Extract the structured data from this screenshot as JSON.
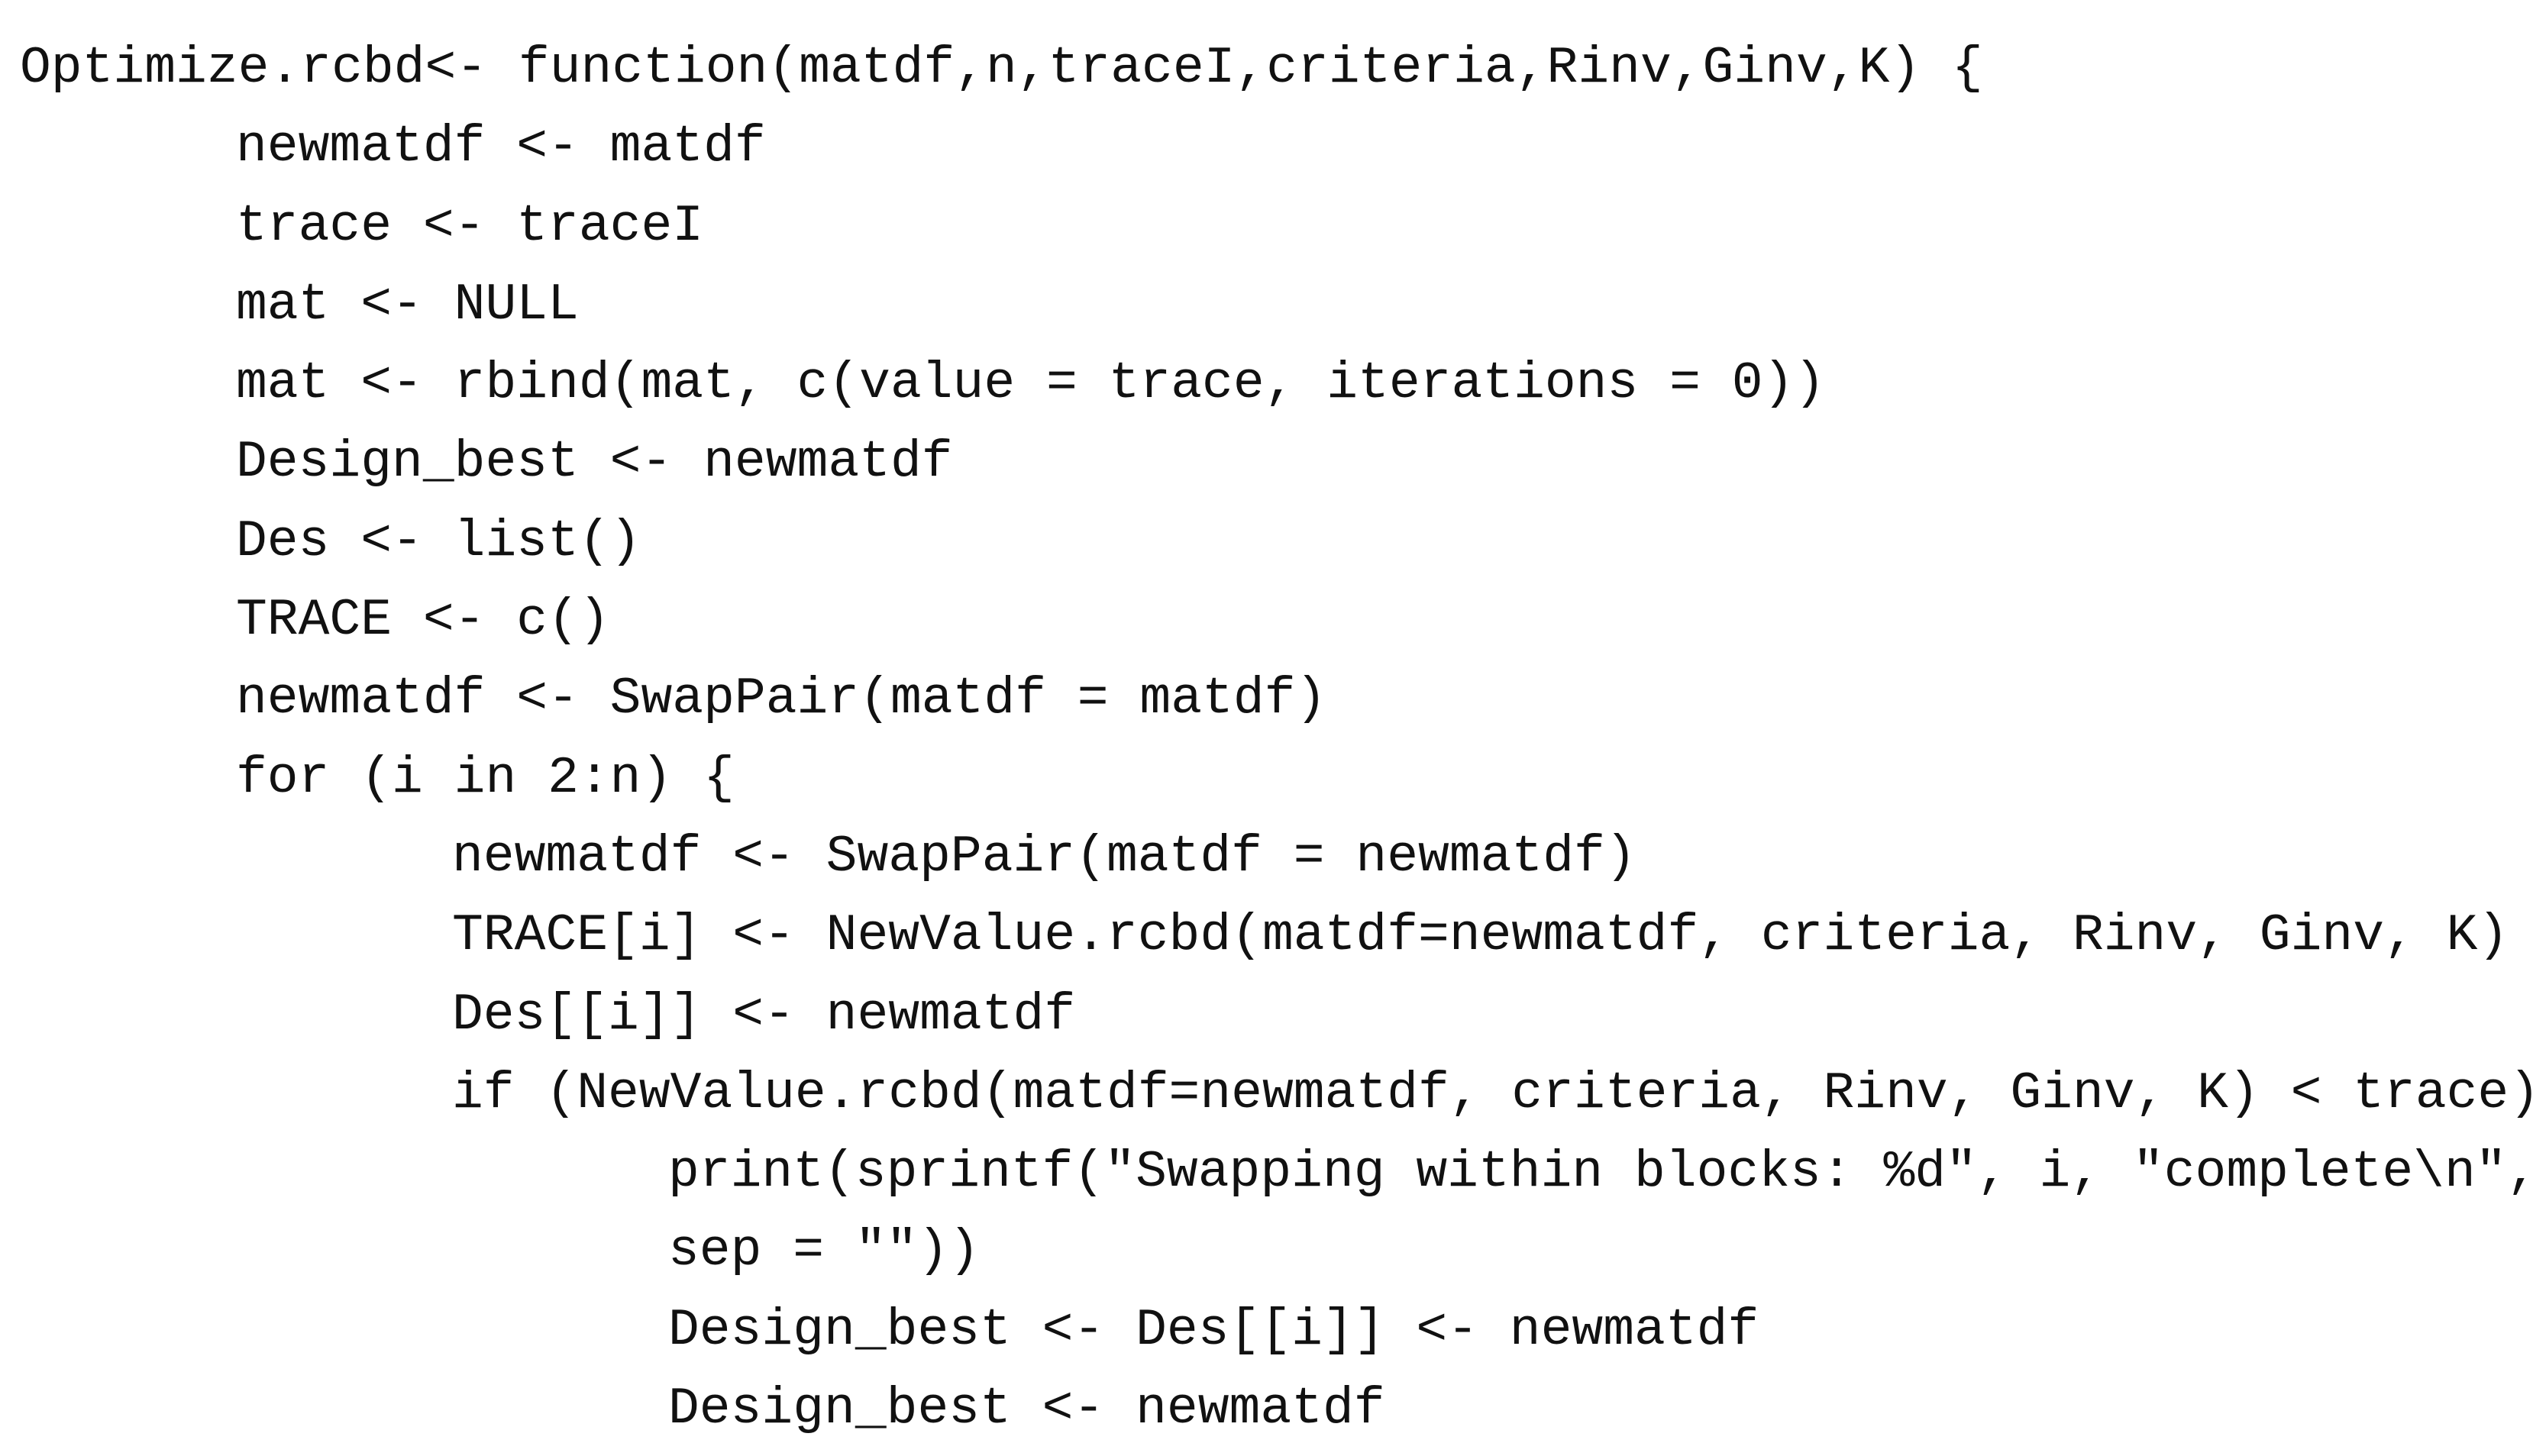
{
  "code": {
    "lines": [
      {
        "indent": 0,
        "text": "Optimize.rcbd<- function(matdf,n,traceI,criteria,Rinv,Ginv,K) {"
      },
      {
        "indent": 1,
        "text": "newmatdf <- matdf"
      },
      {
        "indent": 1,
        "text": "trace <- traceI"
      },
      {
        "indent": 1,
        "text": "mat <- NULL"
      },
      {
        "indent": 1,
        "text": "mat <- rbind(mat, c(value = trace, iterations = 0))"
      },
      {
        "indent": 1,
        "text": "Design_best <- newmatdf"
      },
      {
        "indent": 1,
        "text": "Des <- list()"
      },
      {
        "indent": 1,
        "text": "TRACE <- c()"
      },
      {
        "indent": 1,
        "text": "newmatdf <- SwapPair(matdf = matdf)"
      },
      {
        "indent": 1,
        "text": "for (i in 2:n) {"
      },
      {
        "indent": 2,
        "text": "newmatdf <- SwapPair(matdf = newmatdf)"
      },
      {
        "indent": 2,
        "text": "TRACE[i] <- NewValue.rcbd(matdf=newmatdf, criteria, Rinv, Ginv, K)"
      },
      {
        "indent": 2,
        "text": "Des[[i]] <- newmatdf"
      },
      {
        "indent": 2,
        "text": "if (NewValue.rcbd(matdf=newmatdf, criteria, Rinv, Ginv, K) < trace) {"
      },
      {
        "indent": 3,
        "text": "print(sprintf(\"Swapping within blocks: %d\", i, \"complete\\n\","
      },
      {
        "indent": 3,
        "text": "sep = \"\"))"
      },
      {
        "indent": 3,
        "text": "Design_best <- Des[[i]] <- newmatdf"
      },
      {
        "indent": 3,
        "text": "Design_best <- newmatdf"
      }
    ]
  }
}
